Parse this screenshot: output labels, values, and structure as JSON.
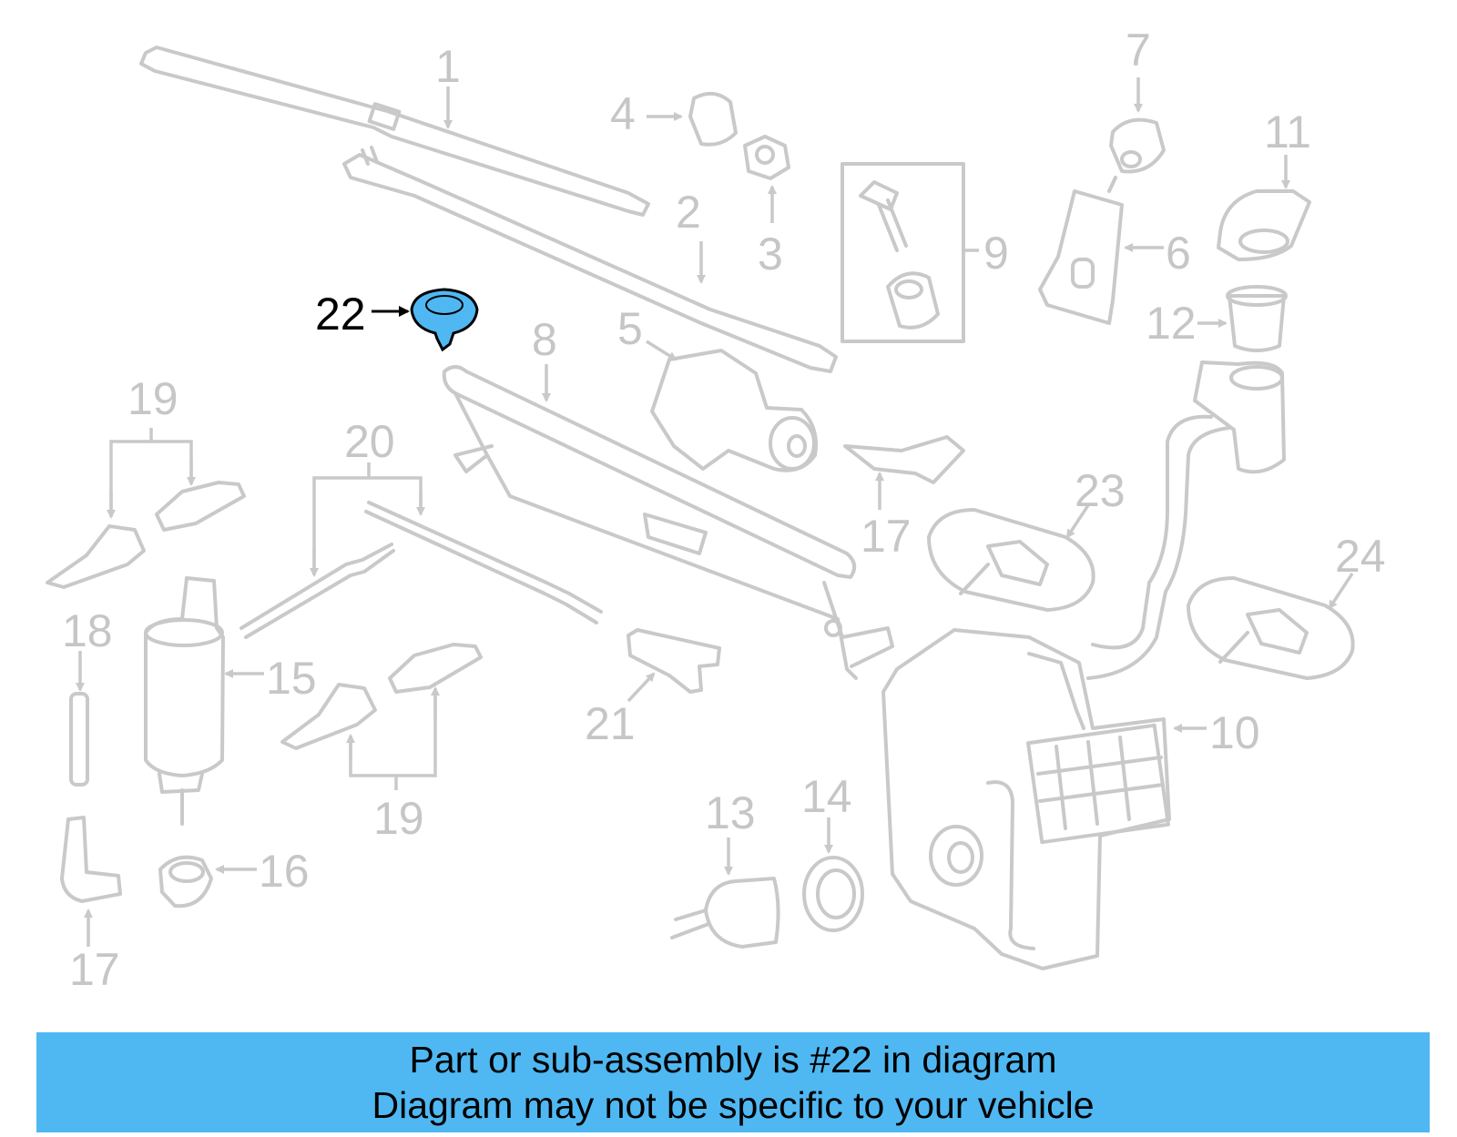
{
  "callouts": {
    "c1": "1",
    "c2": "2",
    "c3": "3",
    "c4": "4",
    "c5": "5",
    "c6": "6",
    "c7": "7",
    "c8": "8",
    "c9": "9",
    "c10": "10",
    "c11": "11",
    "c12": "12",
    "c13": "13",
    "c14": "14",
    "c15": "15",
    "c16": "16",
    "c17a": "17",
    "c17b": "17",
    "c18": "18",
    "c19a": "19",
    "c19b": "19",
    "c20": "20",
    "c21": "21",
    "c22": "22",
    "c23": "23",
    "c24": "24"
  },
  "highlighted_part": "22",
  "colors": {
    "highlight": "#4fb8f2",
    "part_outline": "#c9c9c9",
    "banner": "#4fb8f2"
  },
  "banner": {
    "line1": "Part or sub-assembly is #22 in diagram",
    "line2": "Diagram may not be specific to your vehicle"
  }
}
